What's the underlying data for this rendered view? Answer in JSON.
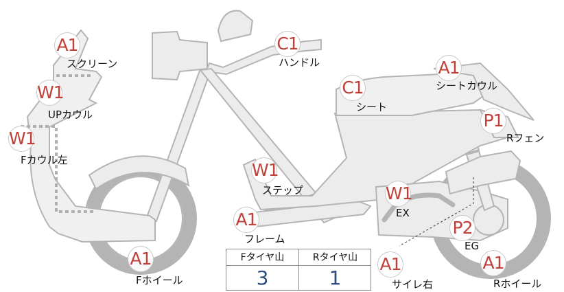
{
  "markers": {
    "screen": "A1",
    "up_cowl": "W1",
    "f_cowl_left": "W1",
    "f_wheel": "A1",
    "handle": "C1",
    "seat": "C1",
    "seat_cowl": "A1",
    "r_fender": "P1",
    "step": "W1",
    "frame": "A1",
    "ex": "W1",
    "eg": "P2",
    "silencer_right": "A1",
    "r_wheel": "A1"
  },
  "labels": {
    "screen": "スクリーン",
    "up_cowl": "UPカウル",
    "f_cowl_left": "Fカウル左",
    "f_wheel": "Fホイール",
    "handle": "ハンドル",
    "seat": "シート",
    "seat_cowl": "シートカウル",
    "r_fender": "Rフェン",
    "step": "ステップ",
    "frame": "フレーム",
    "ex": "EX",
    "eg": "EG",
    "silencer_right": "サイレ右",
    "r_wheel": "Rホイール"
  },
  "tire_table": {
    "headers": [
      "Fタイヤ山",
      "Rタイヤ山"
    ],
    "values": [
      "3",
      "1"
    ]
  },
  "colors": {
    "marker_text": "#c0413a",
    "table_value": "#2e4c7e",
    "part_fill": "#ececec",
    "part_stroke": "#b4b4b4"
  }
}
